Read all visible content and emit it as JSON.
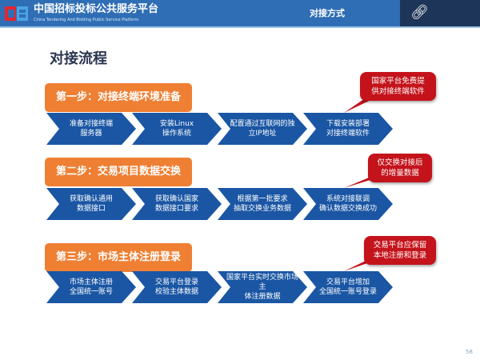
{
  "header": {
    "brand": "中国招标投标公共服务平台",
    "brand_en": "China Tendering And Bidding Public Service Platform",
    "section": "对接方式",
    "icon": "link-icon"
  },
  "title": "对接流程",
  "steps": [
    {
      "label": "第一步：对接终端环境准备",
      "items": [
        "准备对接终端\n服务器",
        "安装Linux\n操作系统",
        "配置通过互联网的独\n立IP地址",
        "下载安装部署\n对接终端软件"
      ],
      "callout": "国家平台免费提\n供对接终端软件"
    },
    {
      "label": "第二步：交易项目数据交换",
      "items": [
        "获取确认通用\n数据接口",
        "获取确认国家\n数据接口要求",
        "根据第一批要求\n抽取交换业务数据",
        "系统对接联调\n确认数据交换成功"
      ],
      "callout": "仅交换对接后\n的增量数据"
    },
    {
      "label": "第三步：市场主体注册登录",
      "items": [
        "市场主体注册\n全国统一账号",
        "交易平台登录\n校验主体数据",
        "国家平台实时交换市场主\n体注册数据",
        "交易平台增加\n全国统一账号登录"
      ],
      "callout": "交易平台应保留\n本地注册和登录"
    }
  ],
  "page_number": "58",
  "colors": {
    "header": "#2f6eb5",
    "step": "#ee7f33",
    "chevron": "#1a56a4",
    "callout": "#c4131b"
  }
}
